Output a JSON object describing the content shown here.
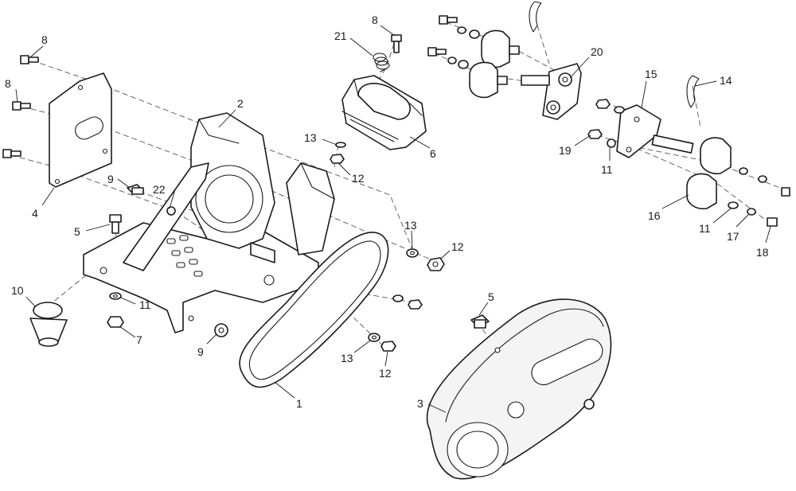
{
  "callouts": [
    {
      "id": "c8a",
      "text": "8"
    },
    {
      "id": "c8b",
      "text": "8"
    },
    {
      "id": "c8c",
      "text": "8"
    },
    {
      "id": "c21",
      "text": "21"
    },
    {
      "id": "c20",
      "text": "20"
    },
    {
      "id": "c2",
      "text": "2"
    },
    {
      "id": "c15",
      "text": "15"
    },
    {
      "id": "c14",
      "text": "14"
    },
    {
      "id": "c13a",
      "text": "13"
    },
    {
      "id": "c6",
      "text": "6"
    },
    {
      "id": "c19",
      "text": "19"
    },
    {
      "id": "c11a",
      "text": "11"
    },
    {
      "id": "c9a",
      "text": "9"
    },
    {
      "id": "c22",
      "text": "22"
    },
    {
      "id": "c12a",
      "text": "12"
    },
    {
      "id": "c4",
      "text": "4"
    },
    {
      "id": "c16",
      "text": "16"
    },
    {
      "id": "c5a",
      "text": "5"
    },
    {
      "id": "c13b",
      "text": "13"
    },
    {
      "id": "c12b",
      "text": "12"
    },
    {
      "id": "c11b",
      "text": "11"
    },
    {
      "id": "c17",
      "text": "17"
    },
    {
      "id": "c18",
      "text": "18"
    },
    {
      "id": "c10",
      "text": "10"
    },
    {
      "id": "c11c",
      "text": "11"
    },
    {
      "id": "c5b",
      "text": "5"
    },
    {
      "id": "c7",
      "text": "7"
    },
    {
      "id": "c9b",
      "text": "9"
    },
    {
      "id": "c13c",
      "text": "13"
    },
    {
      "id": "c12c",
      "text": "12"
    },
    {
      "id": "c1",
      "text": "1"
    },
    {
      "id": "c3",
      "text": "3"
    }
  ]
}
